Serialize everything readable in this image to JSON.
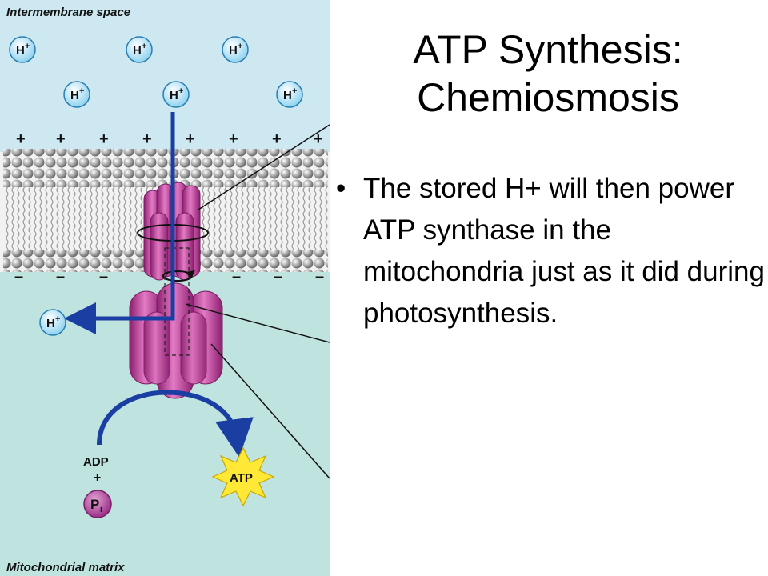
{
  "slide": {
    "title_line1": "ATP Synthesis:",
    "title_line2": "Chemiosmosis",
    "bullets": [
      "The stored H+ will then power ATP synthase in the mitochondria just as it did during photosynthesis."
    ]
  },
  "diagram": {
    "top_region_label": "Intermembrane space",
    "bottom_region_label": "Mitochondrial matrix",
    "proton_label": "H+",
    "proton_superscript": "+",
    "proton_base": "H",
    "positive_sign": "+",
    "negative_sign": "–",
    "adp_label": "ADP",
    "plus_label": "+",
    "pi_base": "P",
    "pi_subscript": "i",
    "atp_label": "ATP",
    "colors": {
      "intermembrane_bg": "#cde8f0",
      "matrix_bg": "#bfe3df",
      "synthase": "#c2379b",
      "arrow": "#1b3ea3",
      "atp_star": "#ffe936",
      "pi_ball": "#b64c9c"
    }
  }
}
